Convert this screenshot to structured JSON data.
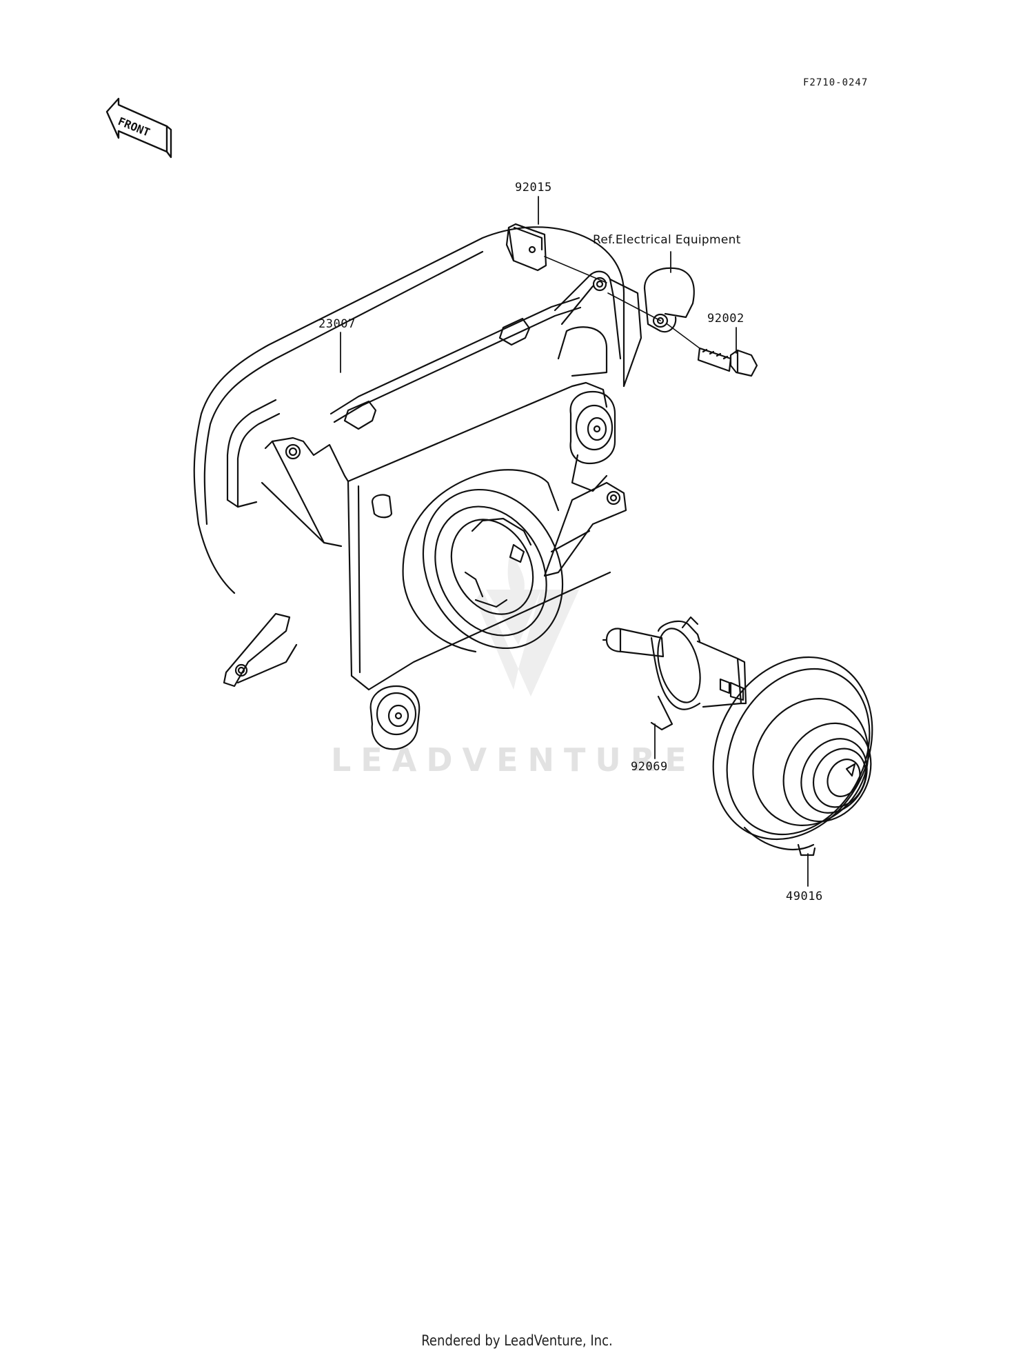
{
  "diagram_id": "F2710-0247",
  "front_arrow": {
    "label": "FRONT"
  },
  "parts": [
    {
      "number": "92015"
    },
    {
      "number": "23007"
    },
    {
      "number": "92002"
    },
    {
      "number": "92069"
    },
    {
      "number": "49016"
    }
  ],
  "reference_note": "Ref.Electrical Equipment",
  "watermark": {
    "text": "LEADVENTURE"
  },
  "footer": {
    "text": "Rendered by LeadVenture, Inc."
  }
}
